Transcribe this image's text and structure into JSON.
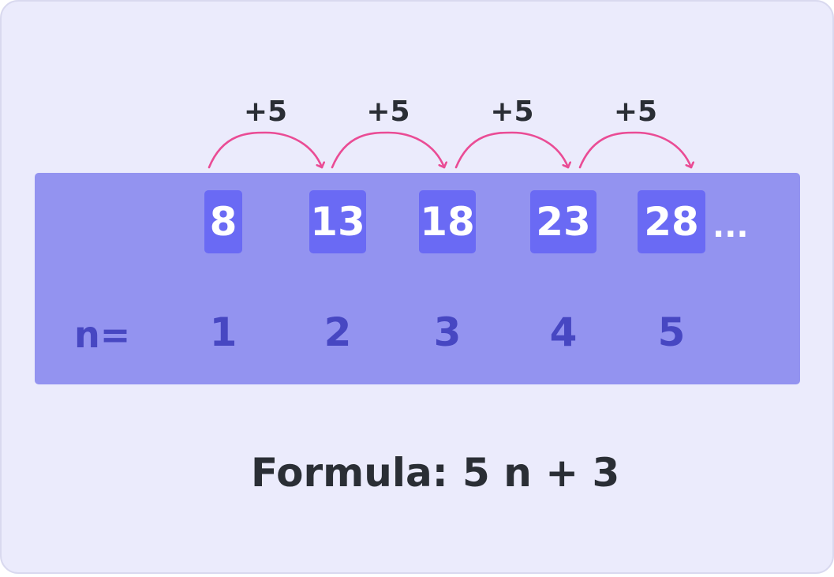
{
  "colors": {
    "card_bg": "#ebebfc",
    "card_border": "#d9d9ef",
    "band_bg": "#9393f0",
    "term_box": "#6a6af4",
    "term_text": "#ffffff",
    "index_text": "#4747c2",
    "arrow": "#ea4c95",
    "dark_text": "#2a2e35"
  },
  "sequence": {
    "terms": [
      "8",
      "13",
      "18",
      "23",
      "28"
    ],
    "continuation": "...",
    "step_label": "+5",
    "arrow_count": 4
  },
  "index_row": {
    "label": "n=",
    "values": [
      "1",
      "2",
      "3",
      "4",
      "5"
    ]
  },
  "formula": {
    "label": "Formula:",
    "expression": "5 n + 3"
  }
}
